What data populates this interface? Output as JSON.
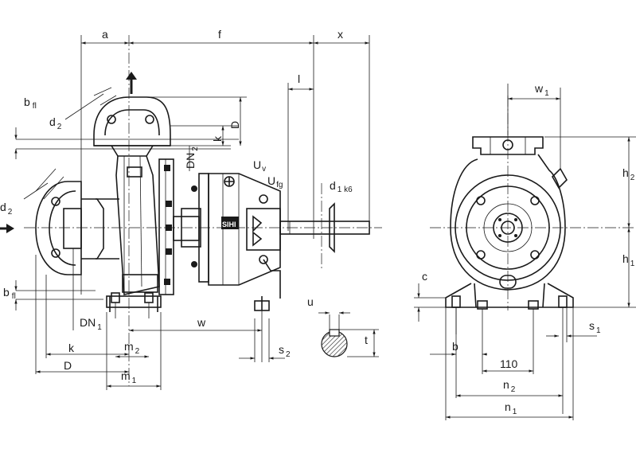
{
  "labels": {
    "a": "a",
    "f": "f",
    "x": "x",
    "l": "l",
    "b_fl_top": "b",
    "b_fl_top_sub": "fl",
    "d2_top": "d",
    "d2_top_sub": "2",
    "D_top": "D",
    "k_top": "k",
    "DN2": "DN",
    "DN2_sub": "2",
    "Uv": "U",
    "Uv_sub": "v",
    "Ufg": "U",
    "Ufg_sub": "fg",
    "d1k6": "d",
    "d1k6_sub": "1 k6",
    "d2_left": "d",
    "d2_left_sub": "2",
    "b_fl_bottom": "b",
    "b_fl_bottom_sub": "fl",
    "DN1": "DN",
    "DN1_sub": "1",
    "w": "w",
    "u": "u",
    "t": "t",
    "k_bottom": "k",
    "D_bottom": "D",
    "m2": "m",
    "m2_sub": "2",
    "m1": "m",
    "m1_sub": "1",
    "s2": "s",
    "s2_sub": "2",
    "w1": "w",
    "w1_sub": "1",
    "h2": "h",
    "h2_sub": "2",
    "h1": "h",
    "h1_sub": "1",
    "c": "c",
    "b_right": "b",
    "s1": "s",
    "s1_sub": "1",
    "dim_110": "110",
    "n2": "n",
    "n2_sub": "2",
    "n1": "n",
    "n1_sub": "1",
    "logo": "SIHI"
  }
}
